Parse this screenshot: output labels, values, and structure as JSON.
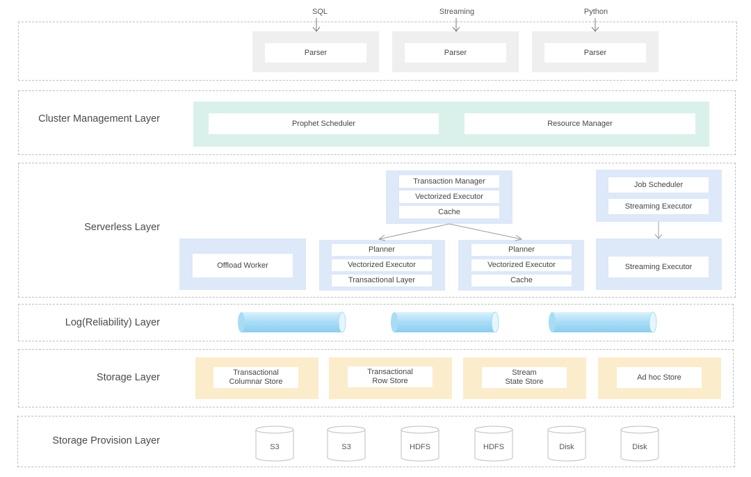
{
  "inputs": [
    "SQL",
    "Streaming",
    "Python"
  ],
  "parser_label": "Parser",
  "layers": {
    "cluster": "Cluster Management Layer",
    "serverless": "Serverless Layer",
    "log": "Log(Reliability) Layer",
    "storage": "Storage Layer",
    "provision": "Storage Provision Layer"
  },
  "cluster": {
    "scheduler": "Prophet Scheduler",
    "resource": "Resource Manager"
  },
  "serverless": {
    "coordinator": [
      "Transaction Manager",
      "Vectorized Executor",
      "Cache"
    ],
    "jobs": [
      "Job Scheduler",
      "Streaming Executor"
    ],
    "offload": "Offload Worker",
    "worker1": [
      "Planner",
      "Vectorized Executor",
      "Transactional Layer"
    ],
    "worker2": [
      "Planner",
      "Vectorized Executor",
      "Cache"
    ],
    "streaming": "Streaming Executor"
  },
  "storage": [
    [
      "Transactional",
      "Columnar Store"
    ],
    [
      "Transactional",
      "Row Store"
    ],
    [
      "Stream",
      "State Store"
    ],
    [
      "Ad hoc Store"
    ]
  ],
  "provision": [
    "S3",
    "S3",
    "HDFS",
    "HDFS",
    "Disk",
    "Disk"
  ],
  "colors": {
    "parser": "#efefef",
    "cluster": "#d9f1ea",
    "serverless": "#dde8f8",
    "storage": "#fbeccb",
    "log": "#a8dcf6"
  }
}
